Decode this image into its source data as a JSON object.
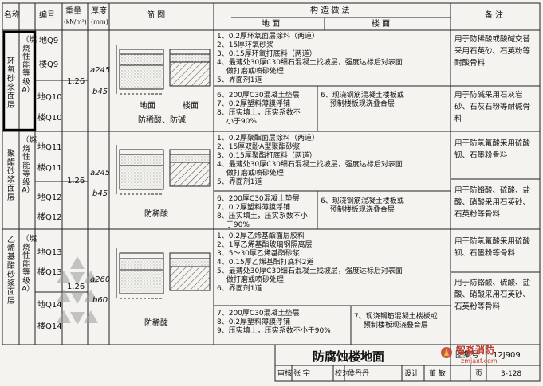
{
  "header": {
    "name": "名称",
    "code": "编号",
    "weight": "重量",
    "weight_unit": "(kN/m²)",
    "thickness": "厚度",
    "thickness_unit": "(mm)",
    "sketch": "简   图",
    "construction": "构 造 做 法",
    "floor_ground": "地 面",
    "floor_slab": "楼 面",
    "remark": "备  注"
  },
  "groups": [
    {
      "name_main": "环氧砂浆面层",
      "name_sub": "（燃烧性能等级A）",
      "codes": [
        "地Q9",
        "楼Q9",
        "地Q10",
        "楼Q10"
      ],
      "weight": "1.26",
      "thick_a": "a245",
      "thick_b": "b45",
      "sketch_label_ground": "地面",
      "sketch_label_slab": "楼面",
      "sketch_acid": "防稀酸、防碱",
      "common_steps": [
        "1、0.2厚环氧面层涂料（两道）",
        "2、15厚环氧砂浆",
        "3、0.15厚环氧打底料（两道）",
        "4、最薄处30厚C30细石混凝土找坡层，强度达标后对表面",
        "　 做打磨或喷砂处理",
        "5、界面剂1道"
      ],
      "ground_steps": [
        "6、200厚C30混凝土垫层",
        "7、0.2厚塑料薄膜浮铺",
        "8、压实填土，压实系数不",
        "　 小于90%"
      ],
      "slab_steps": [
        "6、现浇钢筋混凝土楼板或",
        "　 预制楼板现浇叠合层"
      ],
      "remarks": [
        "用于防稀酸或酸碱交替采用石英砂、石英粉等耐酸骨料",
        "用于防碱采用石灰岩砂、石灰石粉等耐碱骨料"
      ]
    },
    {
      "name_main": "聚酯砂浆面层",
      "name_sub": "（燃烧性能等级A）",
      "codes": [
        "地Q11",
        "楼Q11",
        "地Q12",
        "楼Q12"
      ],
      "weight": "1.26",
      "thick_a": "a245",
      "thick_b": "b45",
      "sketch_acid": "防稀酸",
      "common_steps": [
        "1、0.2厚聚酯面层涂料（两道）",
        "2、15厚双酚A型聚酯砂浆",
        "3、0.15厚聚酯打底料（两道）",
        "4、最薄处30厚C30细石混凝土找坡层，强度达标后对表面",
        "　 做打磨或喷砂处理",
        "5、界面剂1道"
      ],
      "ground_steps": [
        "6、200厚C30混凝土垫层",
        "7、0.2厚塑料薄膜浮铺",
        "8、压实填土，压实系数不小",
        "　 于90%"
      ],
      "slab_steps": [
        "6、现浇钢筋混凝土楼板或",
        "　 预制楼板现浇叠合层"
      ],
      "remarks": [
        "用于防氢氟酸采用硫酸钡、石墨粉骨料",
        "用于防铬酸、硫酸、盐酸、硝酸采用石英砂、石英粉等骨料"
      ]
    },
    {
      "name_main": "乙烯基酯砂浆面层",
      "name_sub": "（燃烧性能等级A）",
      "codes": [
        "地Q13",
        "楼Q13",
        "地Q14",
        "楼Q14"
      ],
      "weight": "1.26",
      "thick_a": "a260",
      "thick_b": "b60",
      "sketch_acid": "防稀酸",
      "common_steps": [
        "1、0.2厚乙烯基酯面层胶料",
        "2、1厚乙烯基酯玻璃钢隔离层",
        "3、5～30厚乙烯基酯砂浆",
        "4、0.15厚乙烯基酯打底料2道",
        "5、最薄处30厚C30细石混凝土找坡层，强度达标后对表面",
        "　 做打磨或喷砂处理",
        "6、界面剂1道"
      ],
      "ground_steps": [
        "7、200厚C30混凝土垫层",
        "8、0.2厚塑料薄膜浮铺",
        "9、压实填土，压实系数不小于90%"
      ],
      "slab_steps": [
        "7、现浇钢筋混凝土楼板或",
        "　 预制楼板现浇叠合层"
      ],
      "remarks": [
        "用于防氢氟酸采用硫酸钡、石墨粉等骨料",
        "用于防铬酸、硫酸、盐酸、硝酸采用石英砂、石英粉等骨料"
      ]
    }
  ],
  "title_block": {
    "title": "防腐蚀楼地面",
    "atlas_label": "图集号",
    "atlas_no": "12J909",
    "review_label": "审核",
    "reviewer": "张  宇",
    "check_label": "校对",
    "checker": "侯丹丹",
    "design_label": "设计",
    "designer": "董  敏",
    "page_label": "页",
    "page_no": "3-128"
  },
  "watermark": {
    "brand": "智淼消防",
    "url": "zmjaxf.com"
  }
}
